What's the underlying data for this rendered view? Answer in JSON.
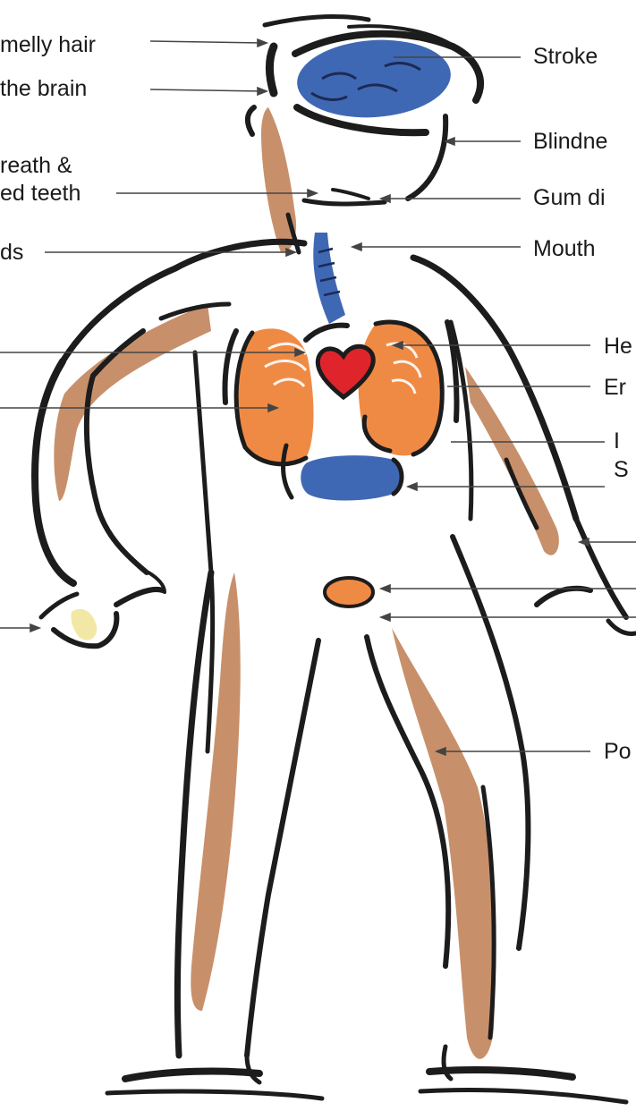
{
  "labels": {
    "smelly_hair": "melly hair",
    "the_brain": "the brain",
    "breath_line1": "reath &",
    "breath_line2": "ed teeth",
    "cords": "ds",
    "stroke": "Stroke",
    "blindness": "Blindne",
    "gum_disease": "Gum di",
    "mouth": "Mouth",
    "heart": "He",
    "emphysema": "Er",
    "right_r1": "I",
    "right_r2": "S",
    "poor": "Po"
  },
  "colors": {
    "outline": "#1c1c1c",
    "skin": "#c8906a",
    "lungs": "#ef8a45",
    "heart": "#e0242c",
    "blue": "#3f68b4",
    "nail": "#f3e7a6",
    "line": "#444444"
  }
}
